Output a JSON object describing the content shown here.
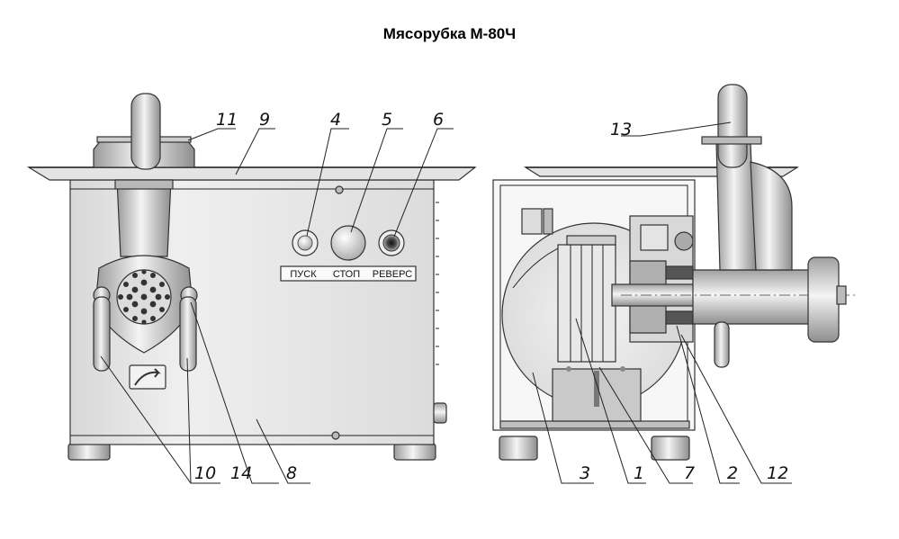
{
  "title": "Мясорубка М-80Ч",
  "buttons": {
    "start": "ПУСК",
    "stop": "СТОП",
    "reverse": "РЕВЕРС"
  },
  "callouts": {
    "front": [
      "11",
      "9",
      "4",
      "5",
      "6",
      "10",
      "14",
      "8"
    ],
    "side": [
      "13",
      "3",
      "1",
      "7",
      "2",
      "12"
    ]
  },
  "colors": {
    "metal_light": "#e6e6e6",
    "metal_mid": "#c8c8c8",
    "metal_dark": "#8a8a8a",
    "line": "#222222"
  }
}
